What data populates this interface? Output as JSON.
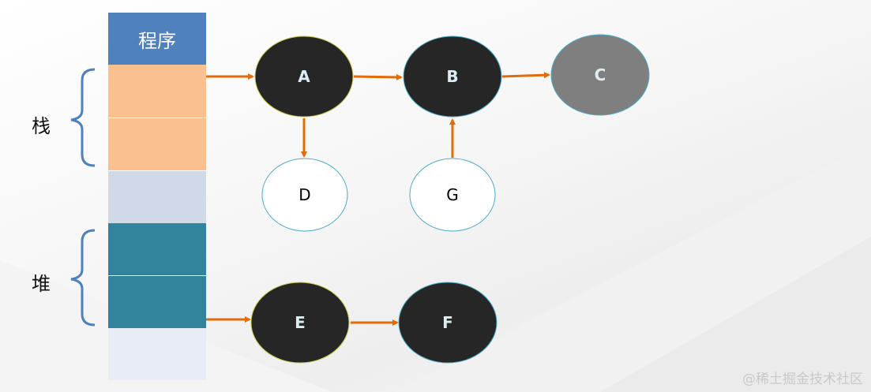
{
  "column": {
    "title": "程序"
  },
  "labels": {
    "stack": "栈",
    "heap": "堆"
  },
  "nodes": {
    "A": "A",
    "B": "B",
    "C": "C",
    "D": "D",
    "E": "E",
    "F": "F",
    "G": "G"
  },
  "watermark": "@稀土掘金技术社区",
  "colors": {
    "program_header": "#4f81bd",
    "stack_cells": "#fac090",
    "free_cell": "#cfd9e8",
    "heap_cells": "#31849b",
    "bottom_cell": "#e8ecf4",
    "dark_node": "#262626",
    "gray_node": "#7f7f7f",
    "white_node": "#ffffff",
    "arrow": "#e36c0a",
    "bracket": "#4f81bd"
  }
}
